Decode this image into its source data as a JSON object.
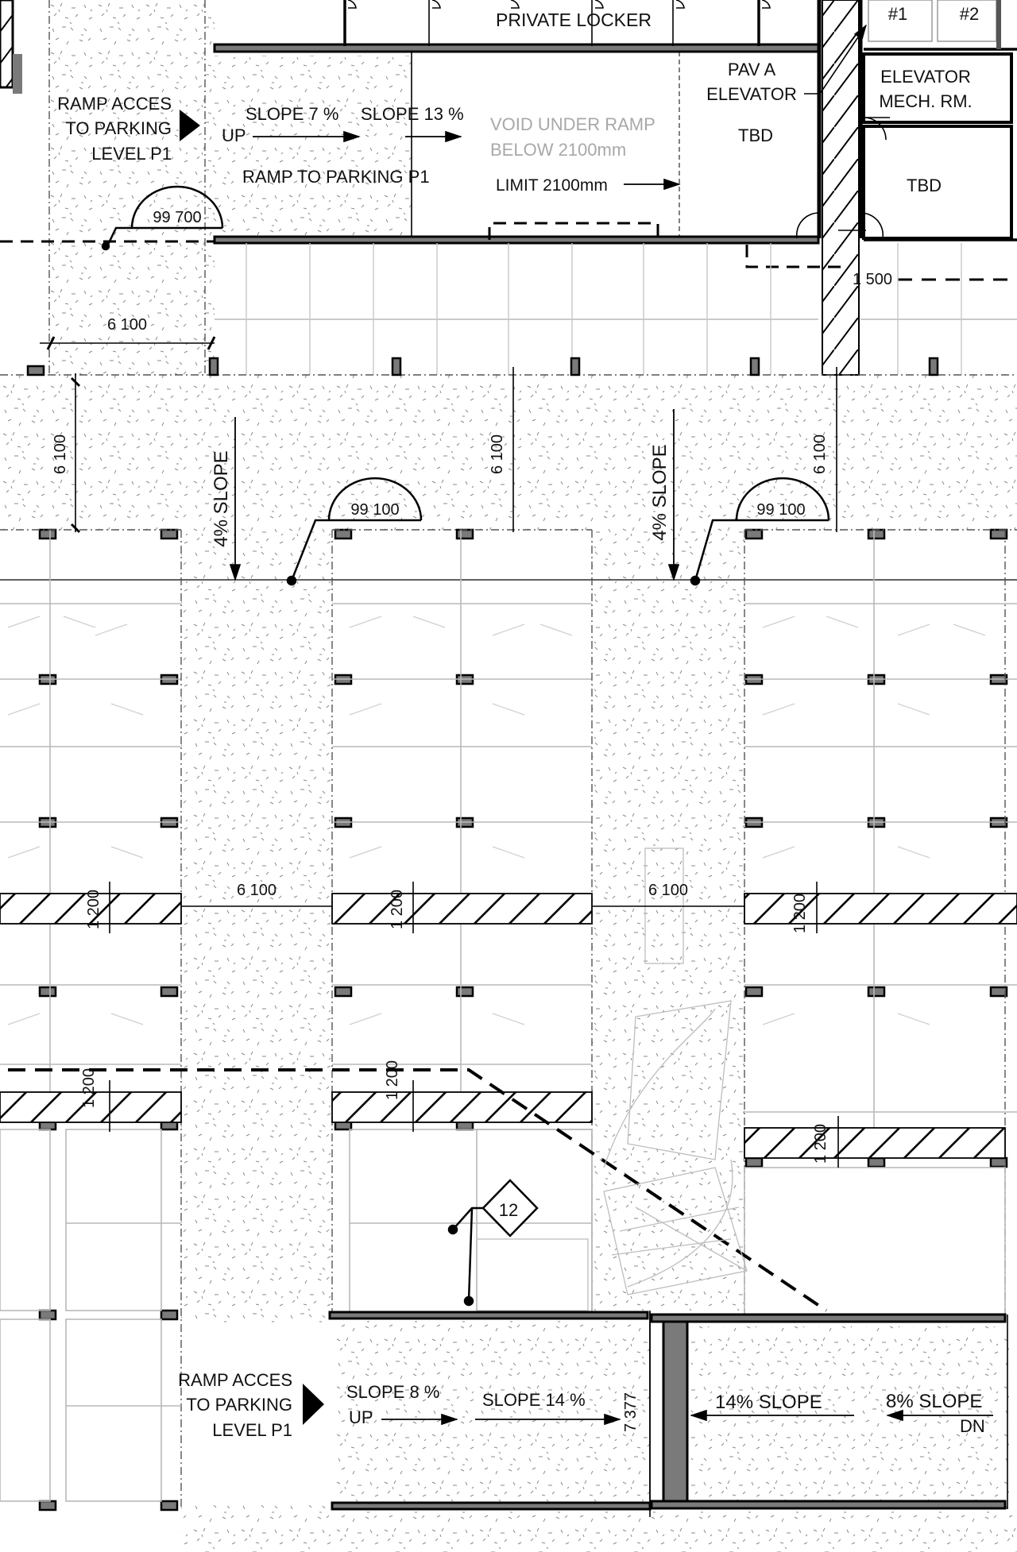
{
  "drawing": {
    "type": "parking level floor plan",
    "rooms": {
      "private_locker": "PRIVATE LOCKER",
      "elevator_1": "#1",
      "elevator_2": "#2",
      "pav_a_elevator_line1": "PAV A",
      "pav_a_elevator_line2": "ELEVATOR",
      "elevator_mech_line1": "ELEVATOR",
      "elevator_mech_line2": "MECH. RM.",
      "tbd_left": "TBD",
      "tbd_right": "TBD",
      "void_line1": "VOID UNDER RAMP",
      "void_line2": "BELOW 2100mm",
      "limit": "LIMIT 2100mm"
    },
    "top_ramp": {
      "access_line1": "RAMP ACCES",
      "access_line2": "TO  PARKING",
      "access_line3": "LEVEL P1",
      "up": "UP",
      "slope_a": "SLOPE 7 %",
      "slope_b": "SLOPE 13 %",
      "ramp_label": "RAMP TO PARKING P1",
      "elevation_tag": "99 700"
    },
    "bottom_ramp": {
      "access_line1": "RAMP ACCES",
      "access_line2": "TO  PARKING",
      "access_line3": "LEVEL P1",
      "slope_a": "SLOPE 8 %",
      "up": "UP",
      "slope_b": "SLOPE 14 %",
      "slope_c": "14% SLOPE",
      "slope_d": "8% SLOPE",
      "dn": "DN",
      "dimension": "7 377"
    },
    "drive_aisle": {
      "slope_left": "4% SLOPE",
      "slope_right": "4% SLOPE",
      "elevation_left": "99 100",
      "elevation_right": "99 100"
    },
    "dimensions": {
      "top_width": "6 100",
      "aisle_depth_left": "6 100",
      "aisle_depth_mid": "6 100",
      "aisle_depth_right": "6 100",
      "aisle_width_left": "6 100",
      "aisle_width_mid": "6 100",
      "band_left_upper": "1 200",
      "band_mid_upper": "1 200",
      "band_right_upper": "1 200",
      "band_left_lower": "1 200",
      "band_mid_lower": "1 200",
      "band_right_lower": "1 200",
      "shaft_width": "1 500"
    },
    "keynote": "12",
    "colors": {
      "line": "#000000",
      "wall_fill": "#7a7a7a",
      "stall_line": "#b9b9b9",
      "void_text": "#a8a8a8",
      "background": "#ffffff"
    }
  }
}
